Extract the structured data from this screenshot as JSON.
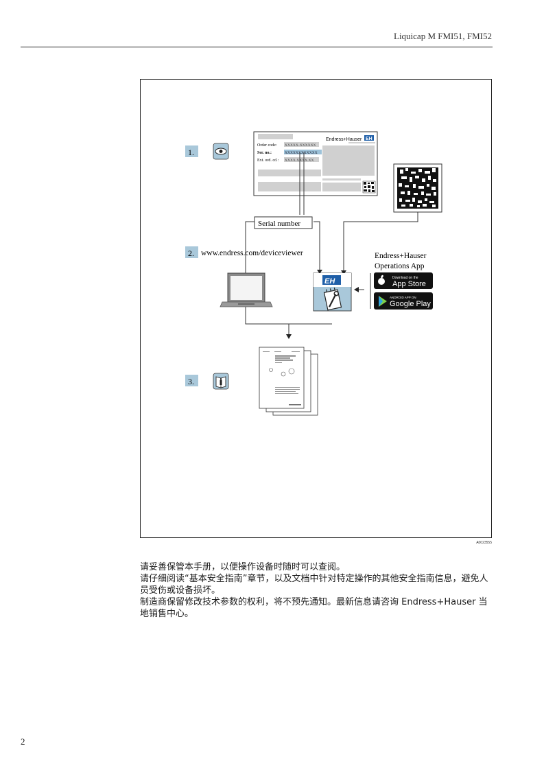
{
  "header": {
    "title": "Liquicap M FMI51, FMI52"
  },
  "figure": {
    "steps": [
      "1.",
      "2.",
      "3."
    ],
    "nameplate": {
      "brand": "Endress+Hauser",
      "logo": "EH",
      "fields": [
        {
          "label": "Order code:",
          "value": "XXXXX-XXXXXX"
        },
        {
          "label": "Ser. no.:",
          "value": "XXXXXXXXXXXX"
        },
        {
          "label": "Ext. ord. cd.:",
          "value": "XXXX.XXXX.XX"
        }
      ]
    },
    "serial_label": "Serial number",
    "url": "www.endress.com/deviceviewer",
    "app": {
      "title_line1": "Endress+Hauser",
      "title_line2": "Operations App",
      "appstore_small": "Download on the",
      "appstore_big": "App Store",
      "googleplay_small": "ANDROID APP ON",
      "googleplay_big": "Google Play"
    },
    "code": "A0023555"
  },
  "body": {
    "lines": [
      "请妥善保管本手册，以便操作设备时随时可以查阅。",
      "请仔细阅读“基本安全指南”章节，以及文档中针对特定操作的其他安全指南信息，避免人员受伤或设备损坏。",
      "制造商保留修改技术参数的权利，将不预先通知。最新信息请咨询 Endress+Hauser 当地销售中心。"
    ]
  },
  "footer": {
    "page_number": "2"
  }
}
